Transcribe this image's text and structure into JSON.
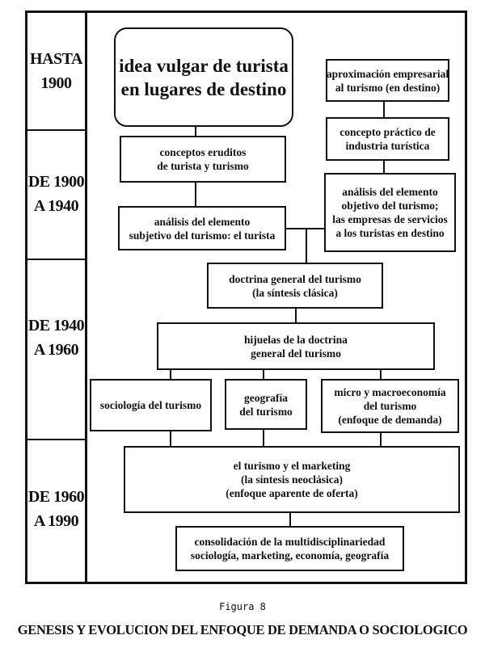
{
  "eras": [
    {
      "line1": "HASTA",
      "line2": "1900"
    },
    {
      "line1": "DE 1900",
      "line2": "A 1940"
    },
    {
      "line1": "DE 1940",
      "line2": "A 1960"
    },
    {
      "line1": "DE 1960",
      "line2": "A 1990"
    }
  ],
  "boxes": {
    "idea_vulgar": [
      "idea vulgar de turista",
      "en lugares de destino"
    ],
    "aproximacion": [
      "aproximación empresarial",
      "al turismo (en destino)"
    ],
    "conceptos_eruditos": [
      "conceptos eruditos",
      "de turista y turismo"
    ],
    "concepto_practico": [
      "concepto práctico de",
      "industria turística"
    ],
    "analisis_subjetivo": [
      "análisis del elemento",
      "subjetivo del turismo: el turista"
    ],
    "analisis_objetivo": [
      "análisis del elemento",
      "objetivo del turismo;",
      "las empresas de servicios",
      "a los turistas en destino"
    ],
    "doctrina_general": [
      "doctrina general del turismo",
      "(la síntesis clásica)"
    ],
    "hijuelas": [
      "hijuelas de la doctrina",
      "general del turismo"
    ],
    "sociologia": [
      "sociología del turismo"
    ],
    "geografia": [
      "geografía",
      "del turismo"
    ],
    "micro_macro": [
      "micro y macroeconomía",
      "del turismo",
      "(enfoque de demanda)"
    ],
    "marketing": [
      "el turismo y el marketing",
      "(la síntesis neoclásica)",
      "(enfoque aparente de oferta)"
    ],
    "consolidacion": [
      "consolidación de la multidisciplinariedad",
      "sociología, marketing, economía, geografía"
    ]
  },
  "figure_label": "Figura 8",
  "caption": "GENESIS Y EVOLUCION DEL ENFOQUE  DE DEMANDA O SOCIOLOGICO"
}
